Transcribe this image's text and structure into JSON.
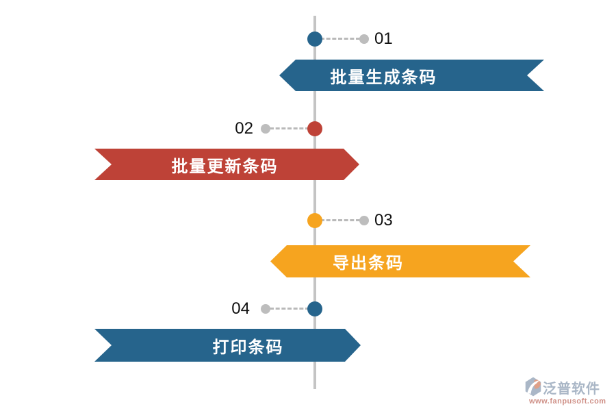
{
  "steps": [
    {
      "number": "01",
      "label": "批量生成条码",
      "color": "#26648C",
      "side": "right"
    },
    {
      "number": "02",
      "label": "批量更新条码",
      "color": "#BE4237",
      "side": "left"
    },
    {
      "number": "03",
      "label": "导出条码",
      "color": "#F6A41F",
      "side": "right"
    },
    {
      "number": "04",
      "label": "打印条码",
      "color": "#26648C",
      "side": "left"
    }
  ],
  "timeline": {
    "line_color": "#C4C4C4",
    "connector_color": "#B9B9B9",
    "end_dot_color": "#BDBDBD",
    "number_color": "#111111",
    "banner_text_color": "#FFFFFF"
  },
  "watermark": {
    "brand": "泛普软件",
    "url": "www.fanpusoft.com",
    "brand_color": "#A9B6C6",
    "url_color": "#CF9188"
  }
}
